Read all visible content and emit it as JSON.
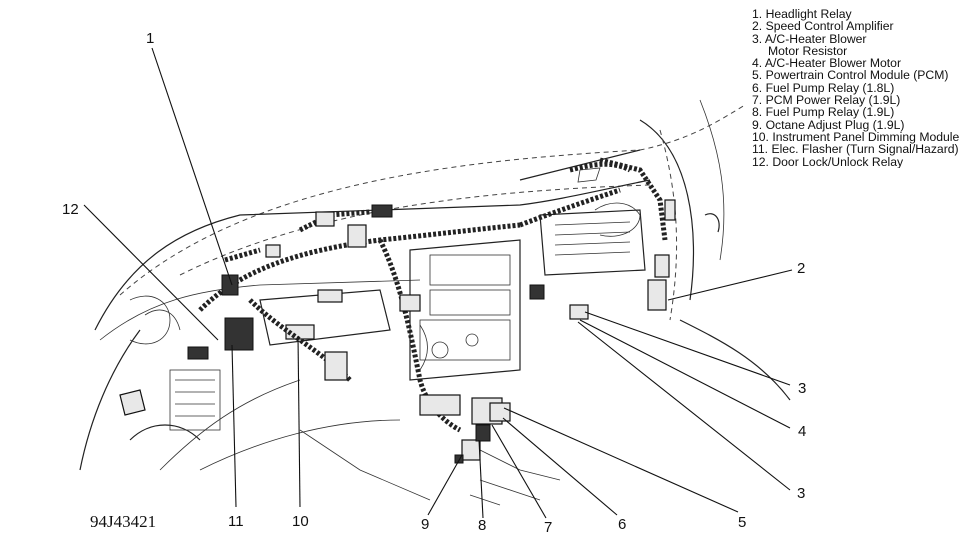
{
  "legend": {
    "items": [
      {
        "num": "1.",
        "text": "Headlight Relay"
      },
      {
        "num": "2.",
        "text": "Speed Control Amplifier"
      },
      {
        "num": "3.",
        "text": "A/C-Heater Blower"
      },
      {
        "num": "",
        "text": "Motor Resistor"
      },
      {
        "num": "4.",
        "text": "A/C-Heater Blower Motor"
      },
      {
        "num": "5.",
        "text": "Powertrain Control Module (PCM)"
      },
      {
        "num": "6.",
        "text": "Fuel Pump Relay (1.8L)"
      },
      {
        "num": "7.",
        "text": "PCM Power Relay (1.9L)"
      },
      {
        "num": "8.",
        "text": "Fuel Pump Relay (1.9L)"
      },
      {
        "num": "9.",
        "text": "Octane Adjust Plug (1.9L)"
      },
      {
        "num": "10.",
        "text": "Instrument Panel Dimming Module"
      },
      {
        "num": "11.",
        "text": "Elec. Flasher (Turn Signal/Hazard)"
      },
      {
        "num": "12.",
        "text": "Door Lock/Unlock Relay"
      }
    ]
  },
  "callouts": {
    "c1": "1",
    "c12": "12",
    "c2": "2",
    "c3a": "3",
    "c4": "4",
    "c3b": "3",
    "c5": "5",
    "c6": "6",
    "c7": "7",
    "c8": "8",
    "c9": "9",
    "c10": "10",
    "c11": "11"
  },
  "reference_code": "94J43421"
}
